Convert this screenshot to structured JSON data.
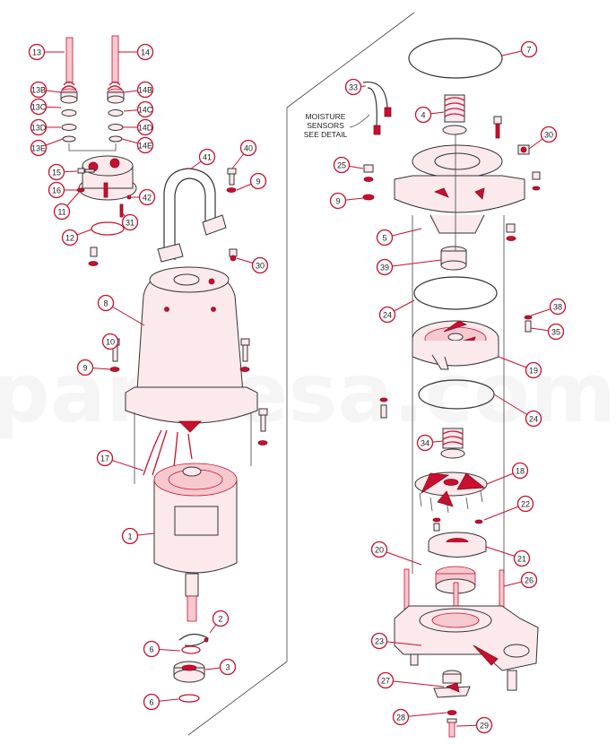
{
  "watermark": "parmesa.com",
  "note_lines": [
    "MOISTURE",
    "SENSORS",
    "SEE DETAIL"
  ],
  "colors": {
    "accent": "#c8102e",
    "line": "#333333"
  },
  "part_numbers": [
    "1",
    "2",
    "3",
    "4",
    "5",
    "6",
    "6",
    "7",
    "8",
    "9",
    "9",
    "9",
    "10",
    "11",
    "12",
    "13",
    "13B",
    "13C",
    "13D",
    "13E",
    "14",
    "14B",
    "14C",
    "14D",
    "14E",
    "15",
    "16",
    "17",
    "18",
    "19",
    "20",
    "21",
    "22",
    "23",
    "24",
    "24",
    "25",
    "26",
    "27",
    "28",
    "29",
    "30",
    "30",
    "31",
    "33",
    "34",
    "35",
    "38",
    "39",
    "40",
    "41",
    "42"
  ]
}
